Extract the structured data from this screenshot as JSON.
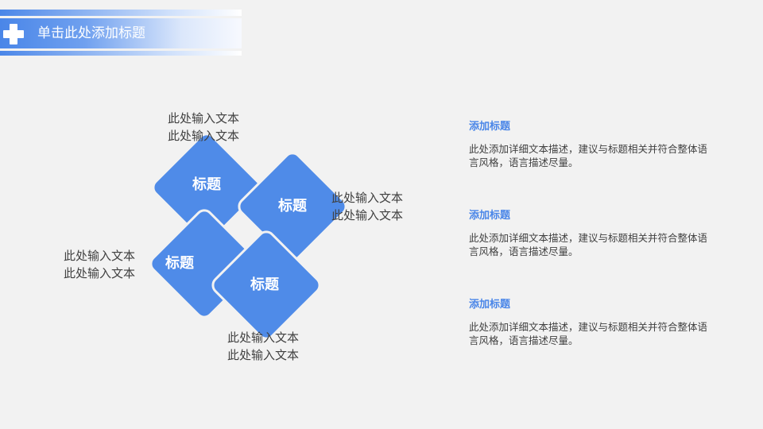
{
  "header": {
    "title": "单击此处添加标题"
  },
  "diagram": {
    "labels": [
      "标题",
      "标题",
      "标题",
      "标题"
    ],
    "texts": {
      "top": [
        "此处输入文本",
        "此处输入文本"
      ],
      "right": [
        "此处输入文本",
        "此处输入文本"
      ],
      "left": [
        "此处输入文本",
        "此处输入文本"
      ],
      "bottom": [
        "此处输入文本",
        "此处输入文本"
      ]
    }
  },
  "items": [
    {
      "title": "添加标题",
      "desc": "此处添加详细文本描述，建议与标题相关并符合整体语言风格，语言描述尽量。"
    },
    {
      "title": "添加标题",
      "desc": "此处添加详细文本描述，建议与标题相关并符合整体语言风格，语言描述尽量。"
    },
    {
      "title": "添加标题",
      "desc": "此处添加详细文本描述，建议与标题相关并符合整体语言风格，语言描述尽量。"
    }
  ],
  "colors": {
    "accent": "#4a86e8",
    "diamond": "#4f8be8",
    "background": "#f2f2f2"
  }
}
